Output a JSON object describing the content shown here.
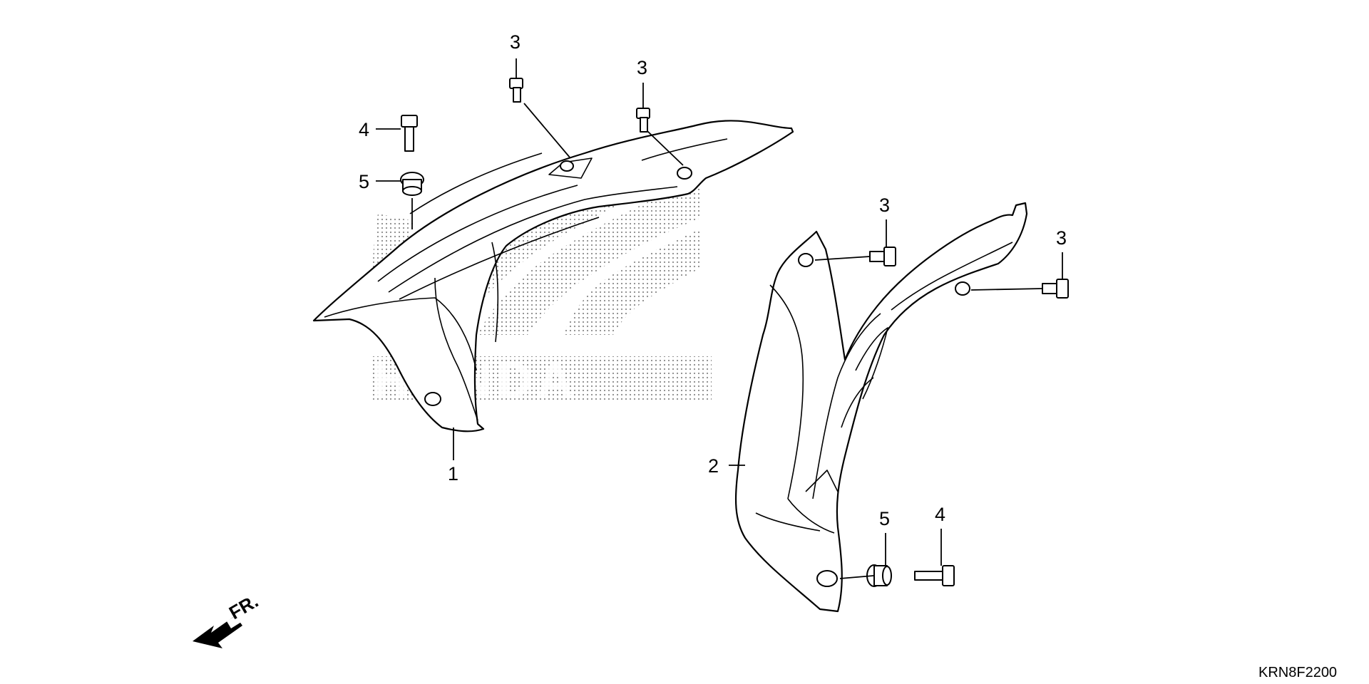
{
  "callouts": {
    "c1": "1",
    "c2": "2",
    "c3a": "3",
    "c3b": "3",
    "c3c": "3",
    "c3d": "3",
    "c4a": "4",
    "c4b": "4",
    "c5a": "5",
    "c5b": "5"
  },
  "watermark_logo_text": "HONDA",
  "front_arrow_label": "FR.",
  "drawing_code": "KRN8F2200",
  "icons": {
    "front_arrow": "arrow-down-left-icon",
    "logo": "honda-wing-logo-icon"
  },
  "colors": {
    "line": "#000000",
    "background": "#ffffff",
    "watermark": "#9a9a9a"
  }
}
